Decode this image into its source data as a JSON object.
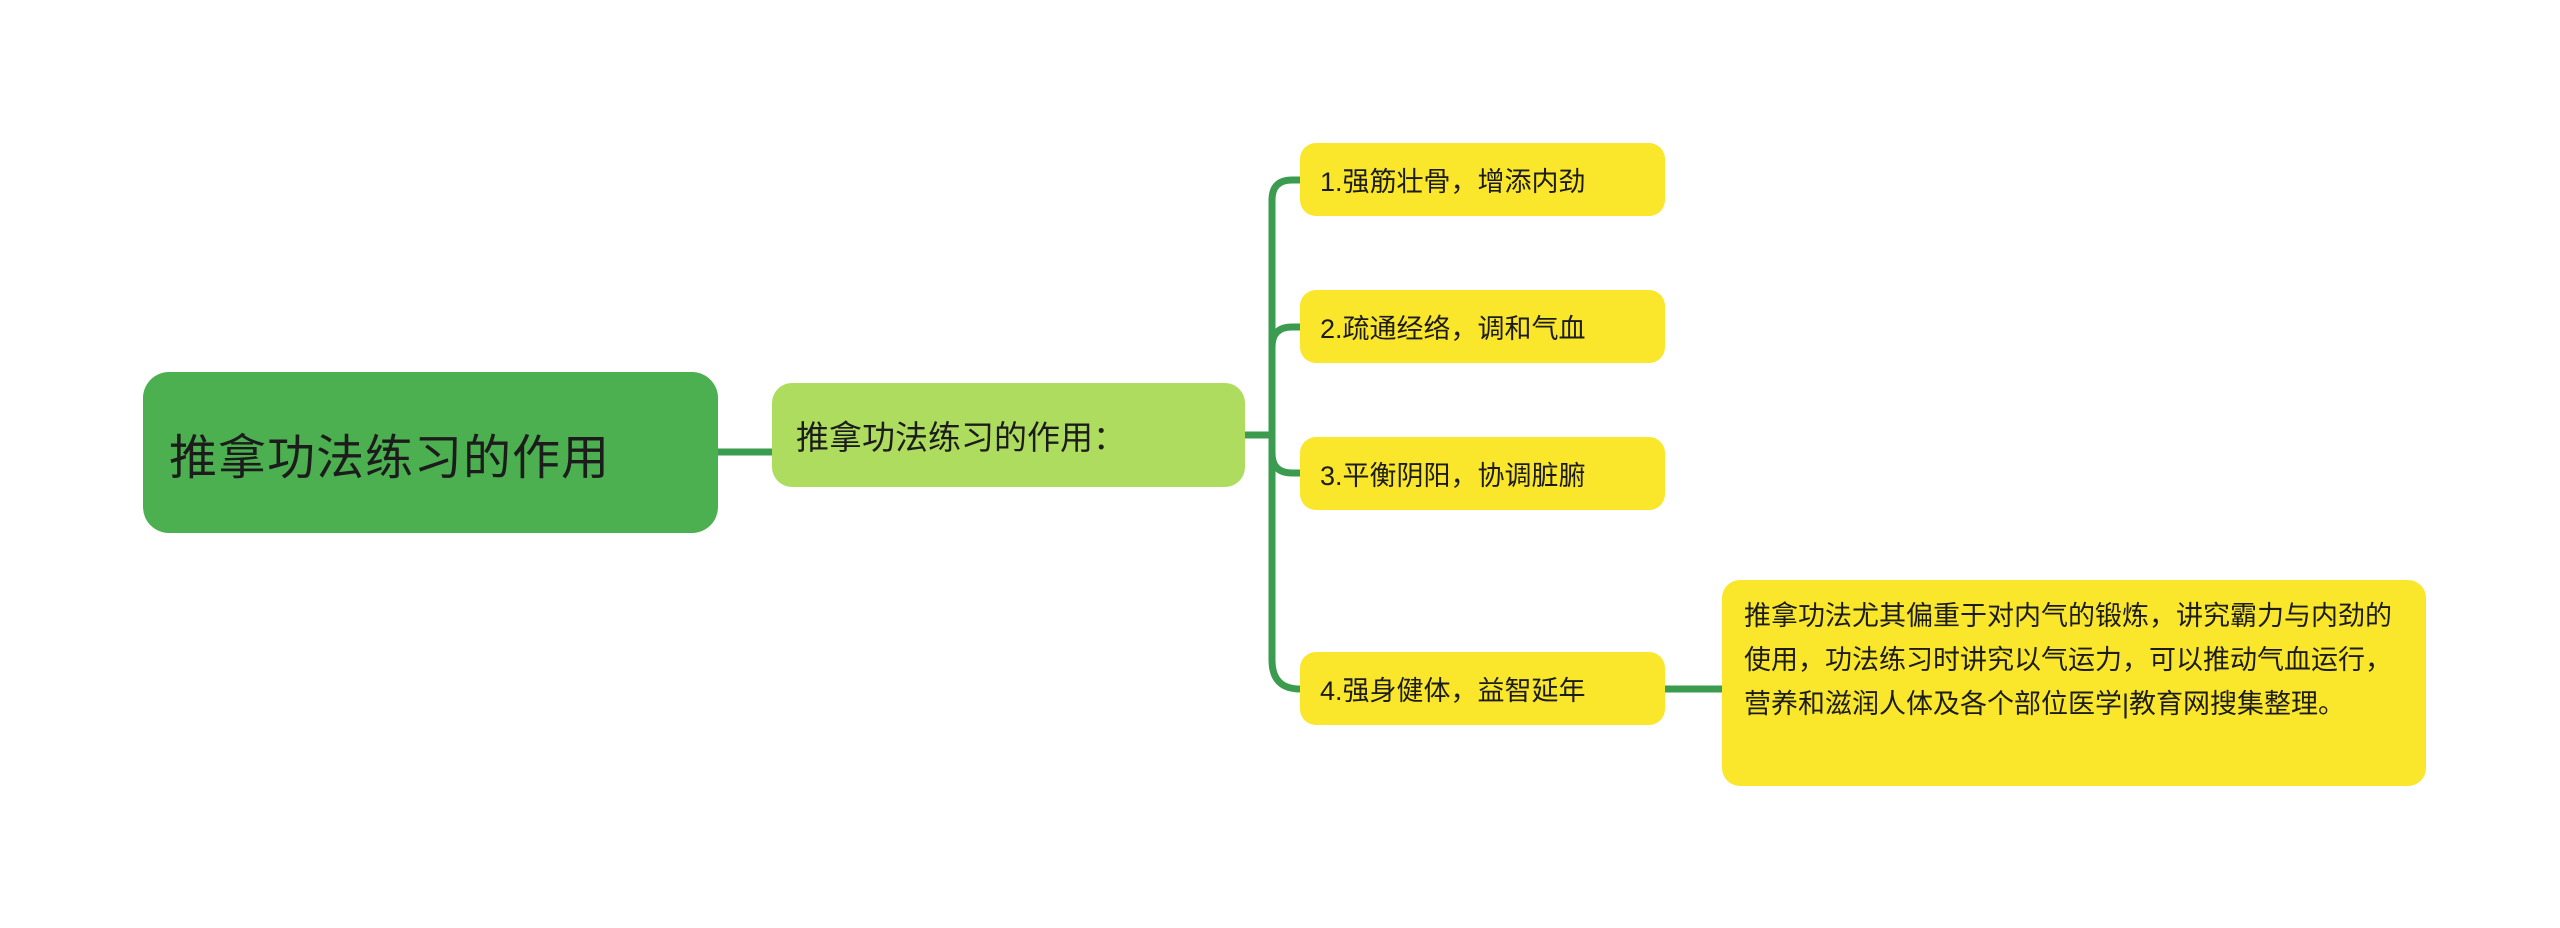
{
  "diagram": {
    "type": "mind-map",
    "background_color": "#FFFFFF",
    "connector_color": "#3B9B4E",
    "root": {
      "label": "推拿功法练习的作用",
      "color": "#4CAF50",
      "text_color": "#1C1C1C"
    },
    "branch": {
      "label": "推拿功法练习的作用：",
      "color": "#AEDC5E",
      "text_color": "#1C1C1C"
    },
    "leaves": [
      {
        "label": "1.强筋壮骨，增添内劲",
        "color": "#FAE72B"
      },
      {
        "label": "2.疏通经络，调和气血",
        "color": "#FAE72B"
      },
      {
        "label": "3.平衡阴阳，协调脏腑",
        "color": "#FAE72B"
      },
      {
        "label": "4.强身健体，益智延年",
        "color": "#FAE72B"
      }
    ],
    "note": {
      "label": "推拿功法尤其偏重于对内气的锻炼，讲究霸力与内劲的使用，功法练习时讲究以气运力，可以推动气血运行，营养和滋润人体及各个部位医学|教育网搜集整理。",
      "color": "#FAE72B"
    }
  }
}
